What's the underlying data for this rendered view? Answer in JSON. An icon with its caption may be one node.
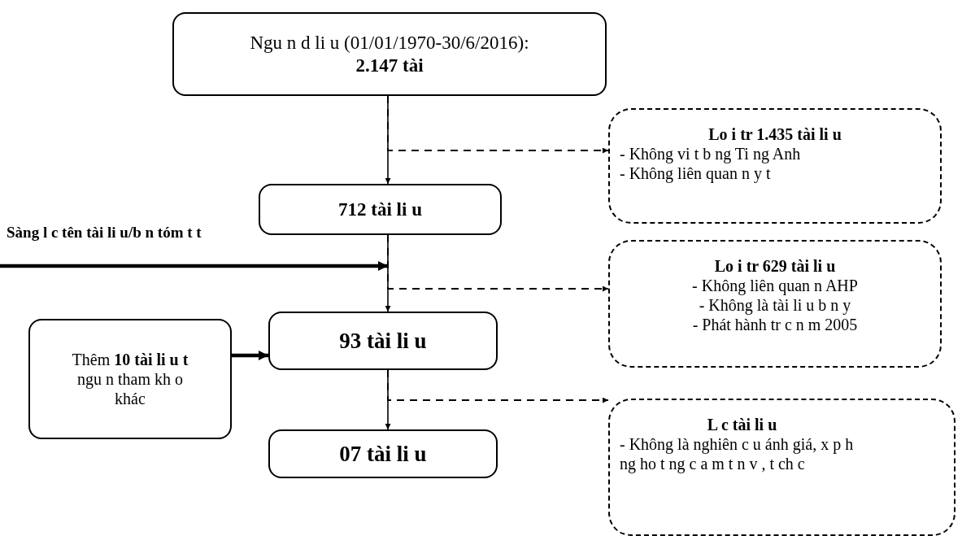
{
  "diagram": {
    "nodes": [
      {
        "text": [
          "Ngu n d li u (01/01/1970-30/6/2016): **2.147 tài**"
        ]
      },
      {
        "text": [
          "Lo i tr 1.435 tài li u",
          "- Không vi t b ng Ti ng Anh",
          "- Không liên quan n y t"
        ]
      },
      {
        "text": [
          "712 tài li u"
        ]
      },
      {
        "text": [
          "Sàng l c tên tài li u/b n tóm t t"
        ]
      },
      {
        "text": [
          "Lo i tr 629 tài li u",
          "- Không liên quan n AHP",
          "- Không là tài li u b n y",
          "- Phát hành tr c n m 2005"
        ]
      },
      {
        "text": [
          "Thêm **10 tài li u t** ngu n tham kh o khác"
        ]
      },
      {
        "text": [
          "93 tài li u"
        ]
      },
      {
        "text": [
          "L c tài li u",
          "- Không là nghiên c u ánh giá, x p h ng ho t ng c a m t n v , t ch c"
        ]
      },
      {
        "text": [
          "07 tài li u"
        ]
      }
    ],
    "edges": [
      {
        "from": 0,
        "to": 2,
        "arrow": "to"
      },
      {
        "from": 0,
        "to": 1,
        "arrow": "to",
        "style": "dashed"
      },
      {
        "from": 2,
        "to": 6,
        "arrow": "to"
      },
      {
        "from": 3,
        "to": 2,
        "arrow": "to",
        "style": "thick"
      },
      {
        "from": 2,
        "to": 4,
        "arrow": "to",
        "style": "dashed"
      },
      {
        "from": 5,
        "to": 6,
        "arrow": "to",
        "style": "thick"
      },
      {
        "from": 6,
        "to": 8,
        "arrow": "to"
      },
      {
        "from": 6,
        "to": 7,
        "arrow": "to",
        "style": "dashed"
      }
    ]
  }
}
